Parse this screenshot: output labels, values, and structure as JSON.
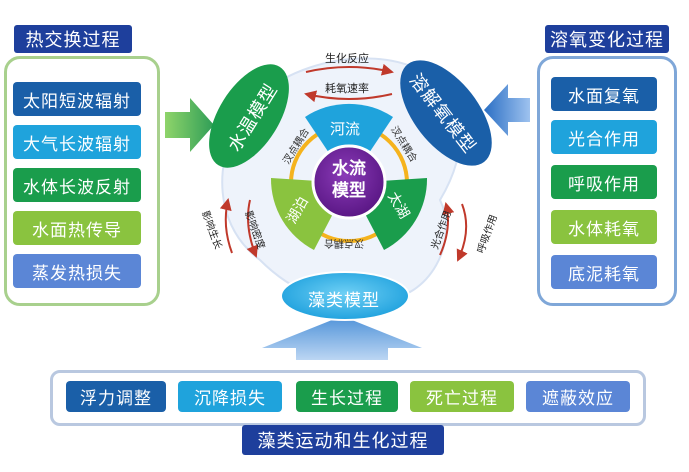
{
  "left": {
    "header": "热交换过程",
    "items": [
      "太阳短波辐射",
      "大气长波辐射",
      "水体长波反射",
      "水面热传导",
      "蒸发热损失"
    ],
    "colors": [
      "#1a5fa8",
      "#1fa3dc",
      "#1a9d4c",
      "#8ac33f",
      "#5b86d6"
    ]
  },
  "right": {
    "header": "溶氧变化过程",
    "items": [
      "水面复氧",
      "光合作用",
      "呼吸作用",
      "水体耗氧",
      "底泥耗氧"
    ],
    "colors": [
      "#1a5fa8",
      "#1fa3dc",
      "#1a9d4c",
      "#8ac33f",
      "#5b86d6"
    ]
  },
  "bottom": {
    "header": "藻类运动和生化过程",
    "items": [
      "浮力调整",
      "沉降损失",
      "生长过程",
      "死亡过程",
      "遮蔽效应"
    ],
    "colors": [
      "#1a5fa8",
      "#1fa3dc",
      "#1a9d4c",
      "#8ac33f",
      "#5b86d6"
    ]
  },
  "center": {
    "core": "水流模型",
    "segments": [
      "河流",
      "太湖",
      "湖泊"
    ],
    "couplings": [
      "汊点耦合",
      "汊点耦合",
      "汊点耦合"
    ],
    "water_temp_model": "水温模型",
    "do_model": "溶解氧模型",
    "algae_model": "藻类模型",
    "top_labels": [
      "生化反应",
      "耗氧速率"
    ],
    "left_labels": [
      "影响生长",
      "影响密度"
    ],
    "right_labels": [
      "光合作用",
      "呼吸作用"
    ]
  }
}
